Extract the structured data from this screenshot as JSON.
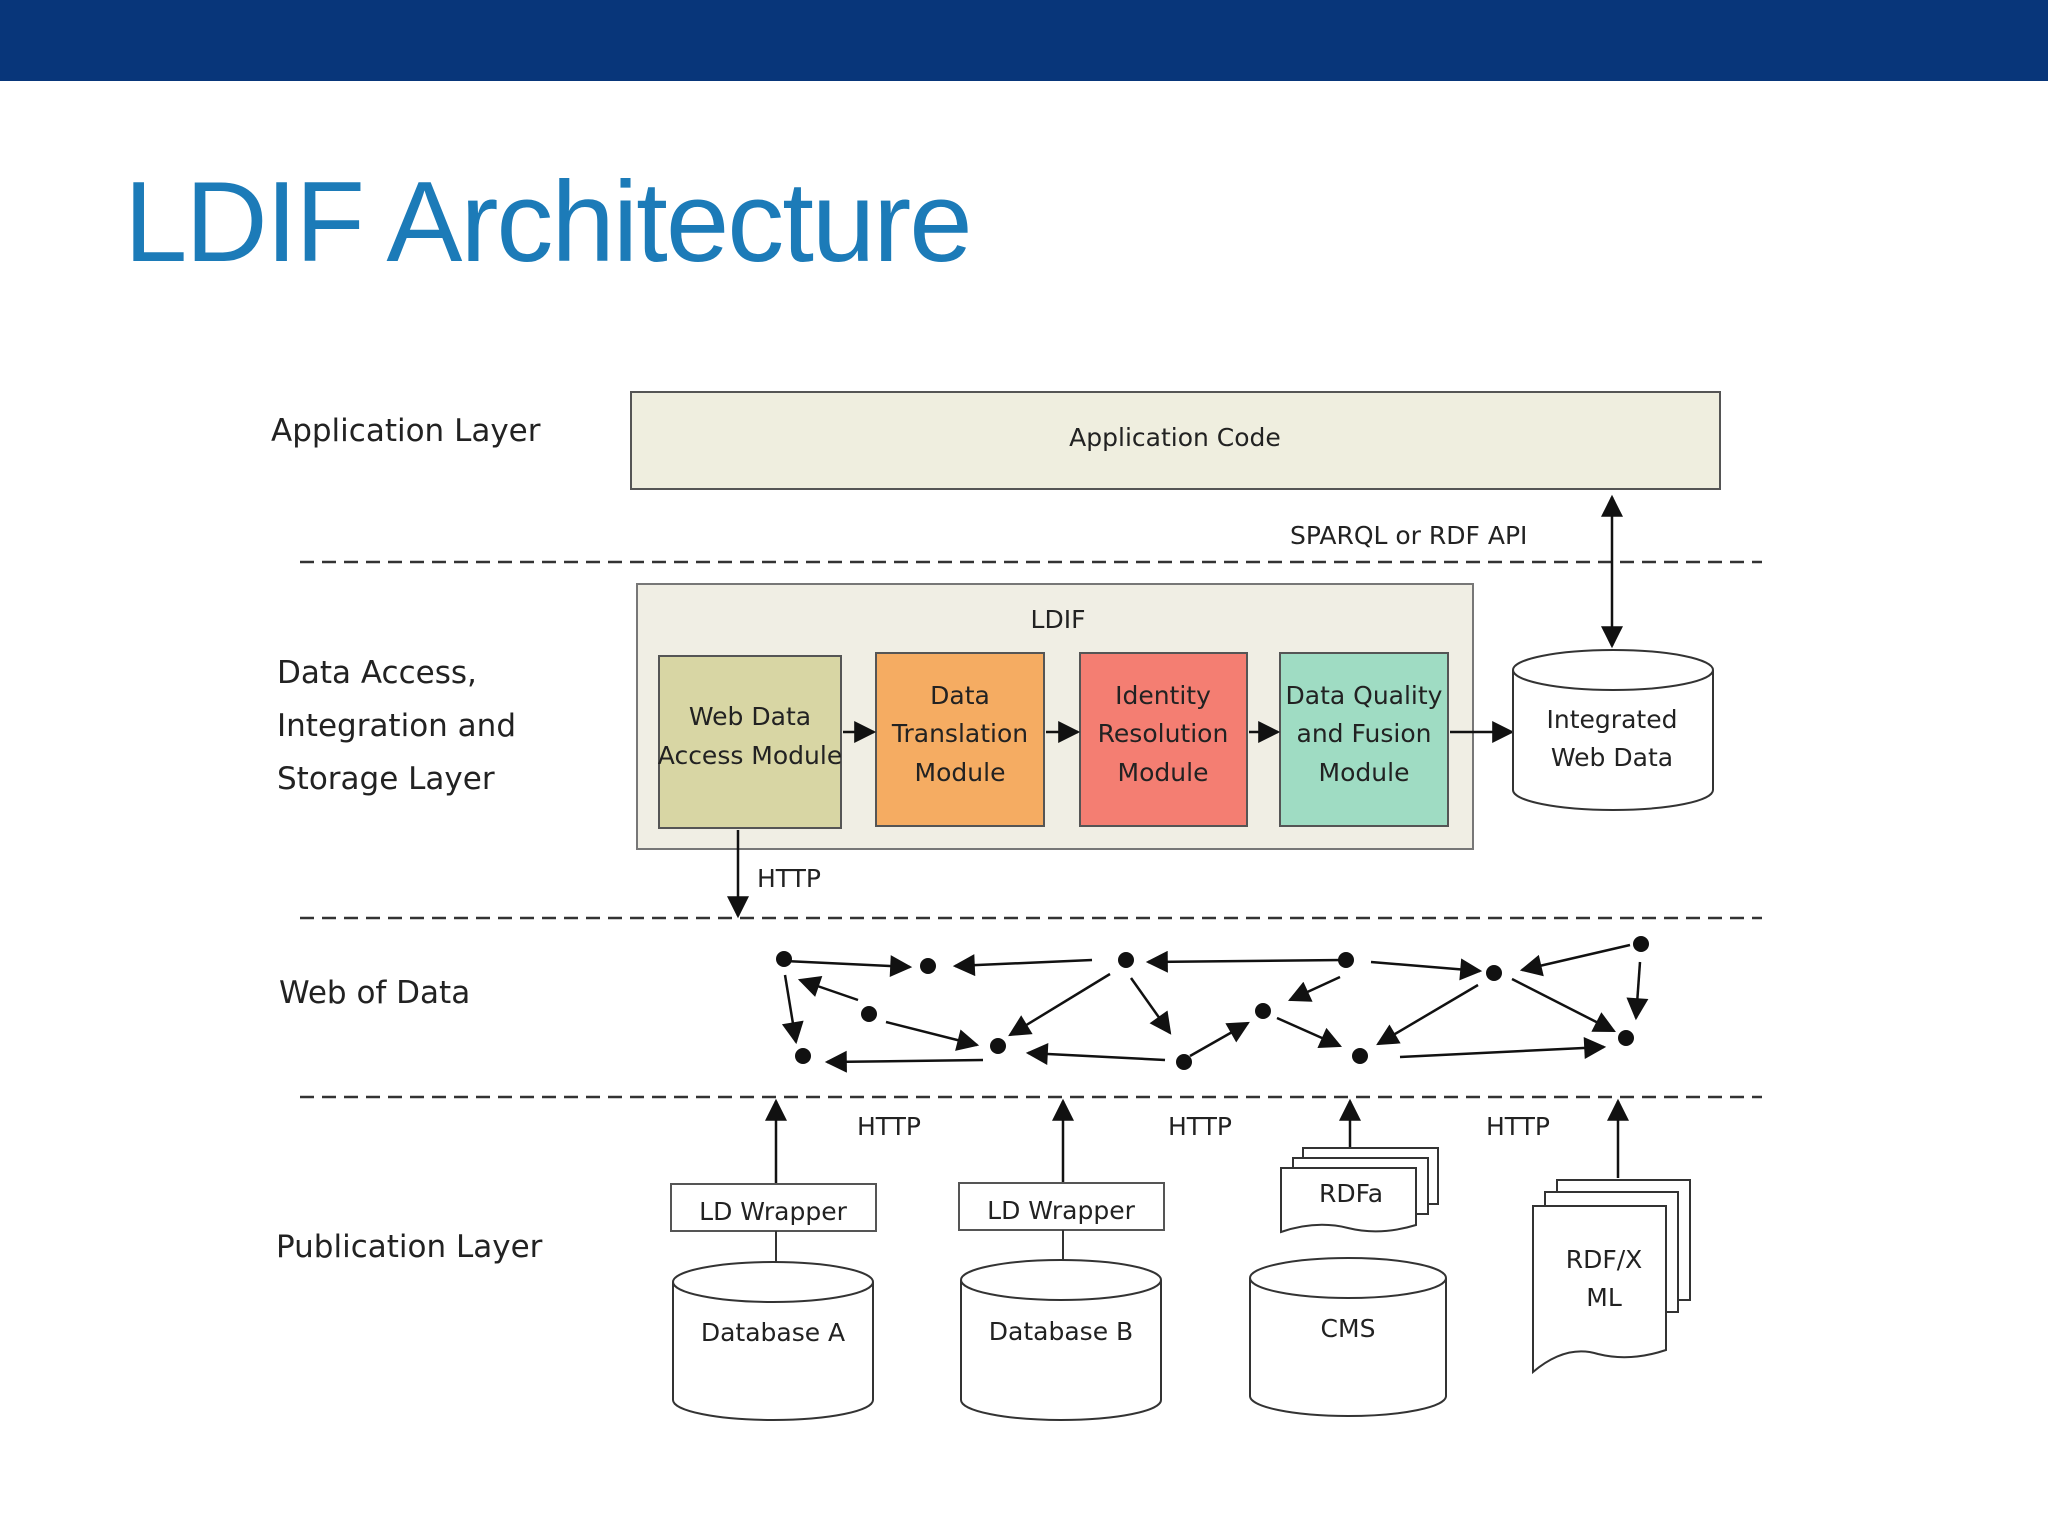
{
  "slide": {
    "title": "LDIF Architecture"
  },
  "layers": {
    "application": "Application Layer",
    "data_access": [
      "Data Access,",
      "Integration and",
      "Storage Layer"
    ],
    "web_of_data": "Web of Data",
    "publication": "Publication Layer"
  },
  "application_layer": {
    "app_code": "Application Code",
    "api_label": "SPARQL or RDF API"
  },
  "ldif": {
    "title": "LDIF",
    "modules": [
      {
        "lines": [
          "Web Data",
          "Access Module"
        ],
        "color": "#d8d6a4"
      },
      {
        "lines": [
          "Data",
          "Translation",
          "Module"
        ],
        "color": "#f5ac62"
      },
      {
        "lines": [
          "Identity",
          "Resolution",
          "Module"
        ],
        "color": "#f47e72"
      },
      {
        "lines": [
          "Data Quality",
          "and Fusion",
          "Module"
        ],
        "color": "#9fdcc3"
      }
    ],
    "store": [
      "Integrated",
      "Web Data"
    ],
    "http_label": "HTTP"
  },
  "publication": {
    "http_labels": [
      "HTTP",
      "HTTP",
      "HTTP"
    ],
    "wrapper_a": "LD Wrapper",
    "wrapper_b": "LD Wrapper",
    "database_a": "Database A",
    "database_b": "Database B",
    "rdfa": "RDFa",
    "cms": "CMS",
    "rdfxml": [
      "RDF/X",
      "ML"
    ]
  },
  "colors": {
    "header_bar": "#08367a",
    "title": "#1c7bb8",
    "app_box": "#efeedf",
    "ldif_box": "#f0eee4"
  }
}
